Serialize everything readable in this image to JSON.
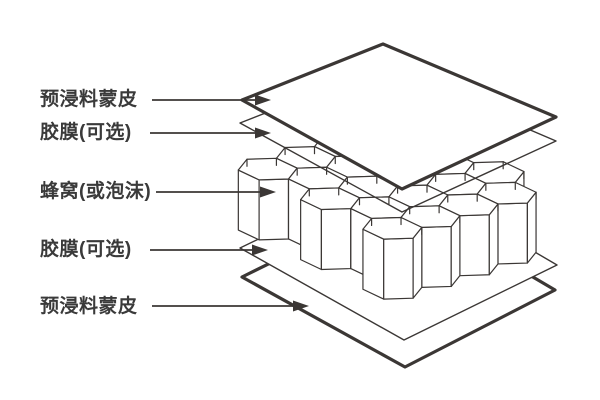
{
  "diagram": {
    "background_color": "#ffffff",
    "line_color": "#3b3735",
    "text_color": "#3a3a3a",
    "labels": [
      {
        "id": "top-prepreg-skin",
        "text": "预浸料蒙皮"
      },
      {
        "id": "top-adhesive-film",
        "text": "胶膜(可选)"
      },
      {
        "id": "honeycomb-core",
        "text": "蜂窝(或泡沫)"
      },
      {
        "id": "bottom-adhesive-film",
        "text": "胶膜(可选)"
      },
      {
        "id": "bottom-prepreg-skin",
        "text": "预浸料蒙皮"
      }
    ]
  }
}
